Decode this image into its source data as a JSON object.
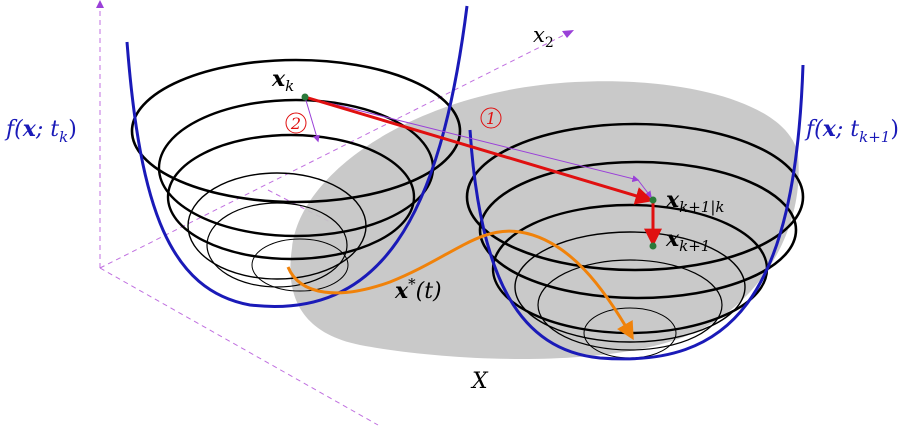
{
  "labels": {
    "x2_axis": "x",
    "x2_axis_sub": "2",
    "f_left": "f(",
    "f_left_x": "x",
    "f_left_rest": "; t",
    "f_left_sub": "k",
    "f_left_close": ")",
    "f_right": "f(",
    "f_right_x": "x",
    "f_right_rest": "; t",
    "f_right_sub": "k+1",
    "f_right_close": ")",
    "xk": "x",
    "xk_sub": "k",
    "xk1k": "x",
    "xk1k_sub": "k+1|k",
    "xk1": "x",
    "xk1_sub": "k+1",
    "xstar": "x",
    "xstar_sup": "*",
    "xstar_rest": "(t)",
    "set_x": "X",
    "step_one": "1",
    "step_two": "2"
  },
  "colors": {
    "bowl_outline": "#1a1ab8",
    "level_curve": "#000000",
    "red_arrow": "#e01010",
    "purple_arrow": "#9a40d8",
    "orange_path": "#f0820a",
    "region_fill": "#c4c4c4",
    "point": "#2a7a3a",
    "label_blue": "#1a1ab8",
    "label_red": "#e01010"
  }
}
